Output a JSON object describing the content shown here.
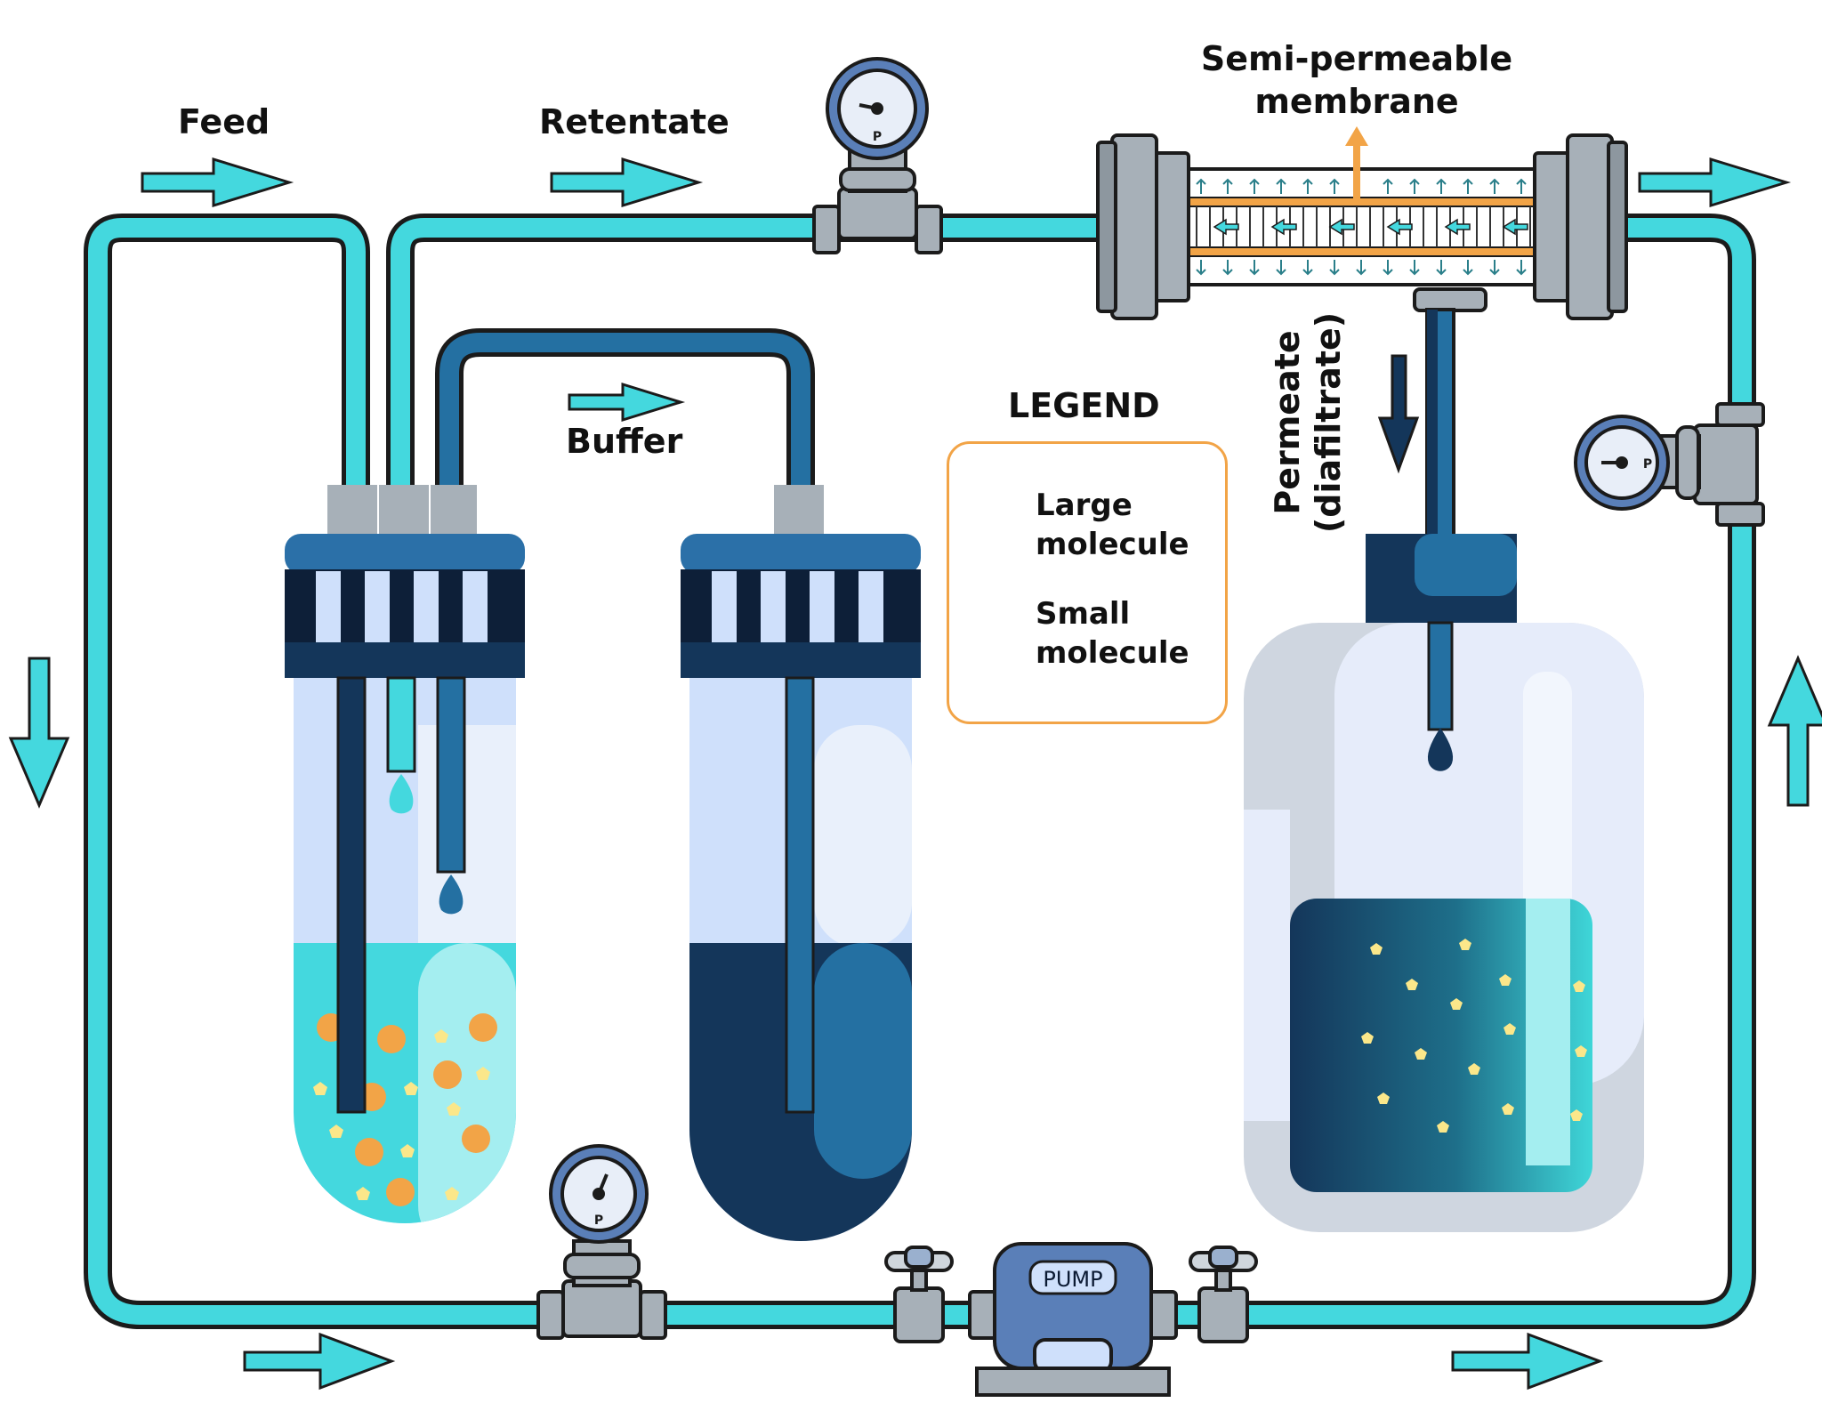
{
  "labels": {
    "feed": "Feed",
    "retentate": "Retentate",
    "buffer": "Buffer",
    "membrane": "Semi-permeable membrane",
    "permeate": "Permeate (diafiltrate)",
    "pump": "PUMP",
    "gauge_mark": "P"
  },
  "legend": {
    "title": "LEGEND",
    "items": [
      {
        "label": "Large molecule",
        "icon": "orange-circle"
      },
      {
        "label": "Small molecule",
        "icon": "yellow-pentagon"
      }
    ]
  },
  "colors": {
    "tubing": "#44d8de",
    "tubing_outline": "#1b1b1b",
    "dark_blue": "#14365a",
    "mid_blue": "#2470a2",
    "cap_blue": "#2b70a8",
    "light_blue": "#cfe0fb",
    "large_molecule": "#f2a447",
    "small_molecule": "#fbe78a",
    "steel": "#a7b0b8",
    "legend_border": "#f2a447"
  }
}
